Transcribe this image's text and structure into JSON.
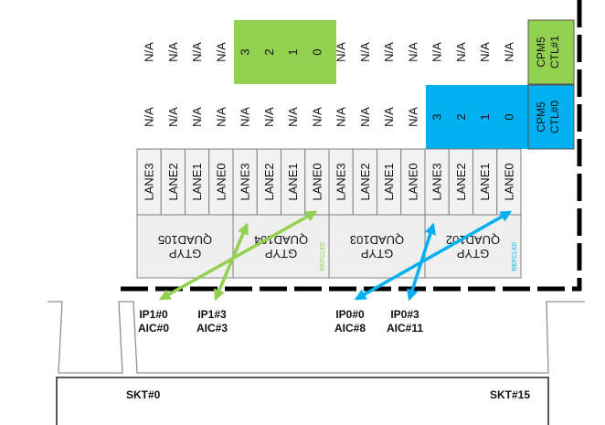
{
  "colors": {
    "green": "#92d050",
    "blue": "#00b0f0",
    "cell_fill": "#f2f2f2",
    "quad_fill": "#efefef",
    "border": "#808080",
    "dark": "#000000"
  },
  "icons": [
    "double-headed-arrow-icon"
  ],
  "top_row": [
    "N/A",
    "N/A",
    "N/A",
    "N/A",
    "3",
    "2",
    "1",
    "0",
    "N/A",
    "N/A",
    "N/A",
    "N/A",
    "N/A",
    "N/A",
    "N/A",
    "N/A"
  ],
  "mid_row": [
    "N/A",
    "N/A",
    "N/A",
    "N/A",
    "N/A",
    "N/A",
    "N/A",
    "N/A",
    "N/A",
    "N/A",
    "N/A",
    "N/A",
    "3",
    "2",
    "1",
    "0"
  ],
  "lanes": [
    "LANE3",
    "LANE2",
    "LANE1",
    "LANE0",
    "LANE3",
    "LANE2",
    "LANE1",
    "LANE0",
    "LANE3",
    "LANE2",
    "LANE1",
    "LANE0",
    "LANE3",
    "LANE2",
    "LANE1",
    "LANE0"
  ],
  "quads": [
    {
      "gtyp": "GTYP",
      "name": "QUAD105",
      "refclk": ""
    },
    {
      "gtyp": "GTYP",
      "name": "QUAD104",
      "refclk": "REFCLK0"
    },
    {
      "gtyp": "GTYP",
      "name": "QUAD103",
      "refclk": ""
    },
    {
      "gtyp": "GTYP",
      "name": "QUAD102",
      "refclk": "REFCLK0"
    }
  ],
  "cpm": [
    {
      "line1": "CPM5",
      "line2": "CTL#1"
    },
    {
      "line1": "CPM5",
      "line2": "CTL#0"
    }
  ],
  "ip_labels": [
    {
      "line1": "IP1#0",
      "line2": "AIC#0"
    },
    {
      "line1": "IP1#3",
      "line2": "AIC#3"
    },
    {
      "line1": "IP0#0",
      "line2": "AIC#8"
    },
    {
      "line1": "IP0#3",
      "line2": "AIC#11"
    }
  ],
  "skt": {
    "left": "SKT#0",
    "right": "SKT#15"
  }
}
